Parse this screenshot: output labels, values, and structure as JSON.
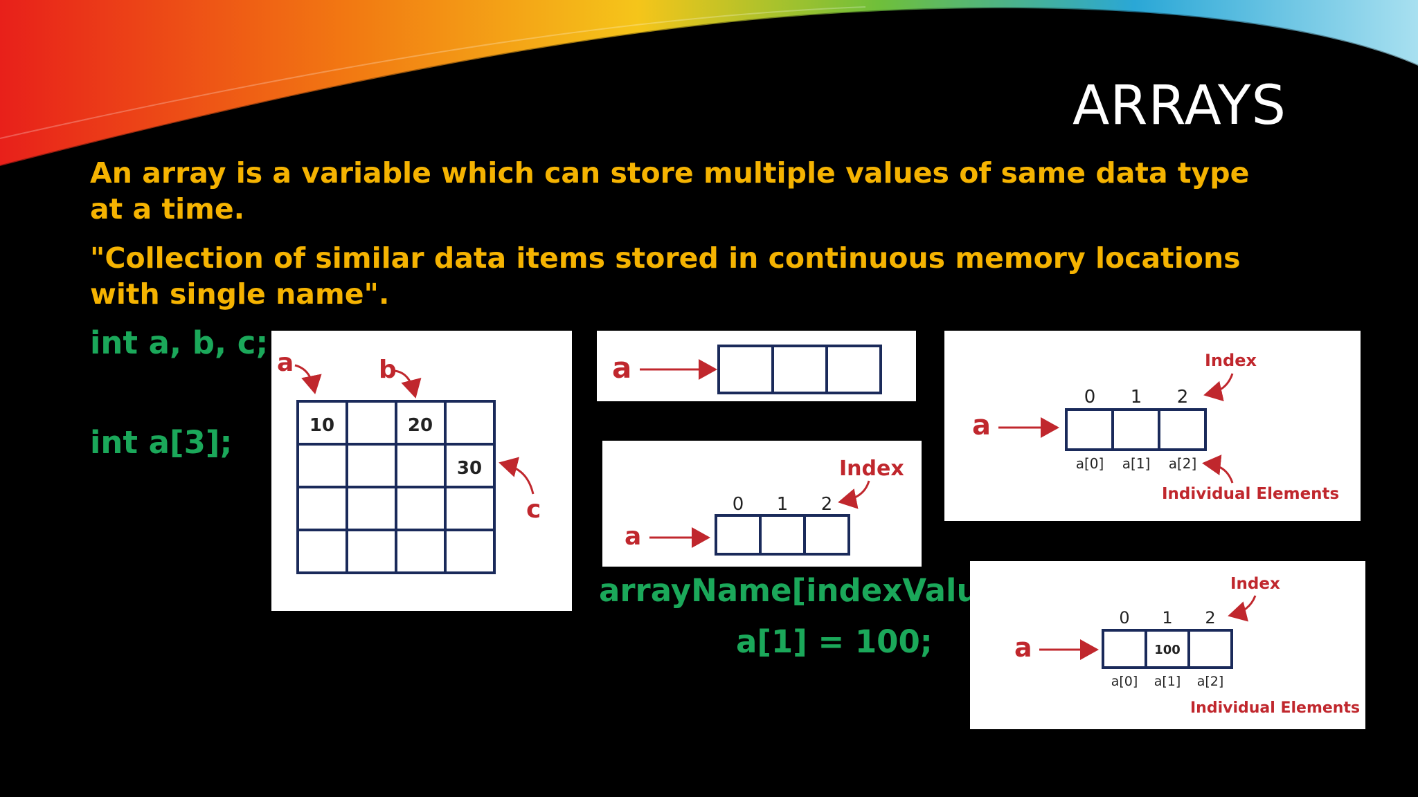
{
  "slide": {
    "title": "ARRAYS",
    "definition": "An array is a variable which can store multiple values of same data type at a time.",
    "quote": "\"Collection of similar data items stored in continuous memory locations with single name\".",
    "code_vars": "int a, b, c;",
    "code_array": "int a[3];",
    "syntax": "arrayName[indexValue]",
    "assignment": "a[1] = 100;"
  },
  "colors": {
    "background": "#000000",
    "yellow_text": "#f5b301",
    "green_text": "#1ba85a",
    "diagram_red": "#c0272d",
    "grid_blue": "#1a2a5a"
  },
  "diagram_grid": {
    "labels": {
      "a": "a",
      "b": "b",
      "c": "c"
    },
    "cells": {
      "r0c0": "10",
      "r0c2": "20",
      "r1c3": "30"
    }
  },
  "diagram_simple": {
    "var_label": "a"
  },
  "diagram_index": {
    "var_label": "a",
    "index_label": "Index",
    "indices": [
      "0",
      "1",
      "2"
    ]
  },
  "diagram_elements": {
    "var_label": "a",
    "index_label": "Index",
    "indices": [
      "0",
      "1",
      "2"
    ],
    "elements": [
      "a[0]",
      "a[1]",
      "a[2]"
    ],
    "elements_label": "Individual Elements"
  },
  "diagram_value": {
    "var_label": "a",
    "index_label": "Index",
    "indices": [
      "0",
      "1",
      "2"
    ],
    "values": [
      "",
      "100",
      ""
    ],
    "elements": [
      "a[0]",
      "a[1]",
      "a[2]"
    ],
    "elements_label": "Individual Elements"
  }
}
